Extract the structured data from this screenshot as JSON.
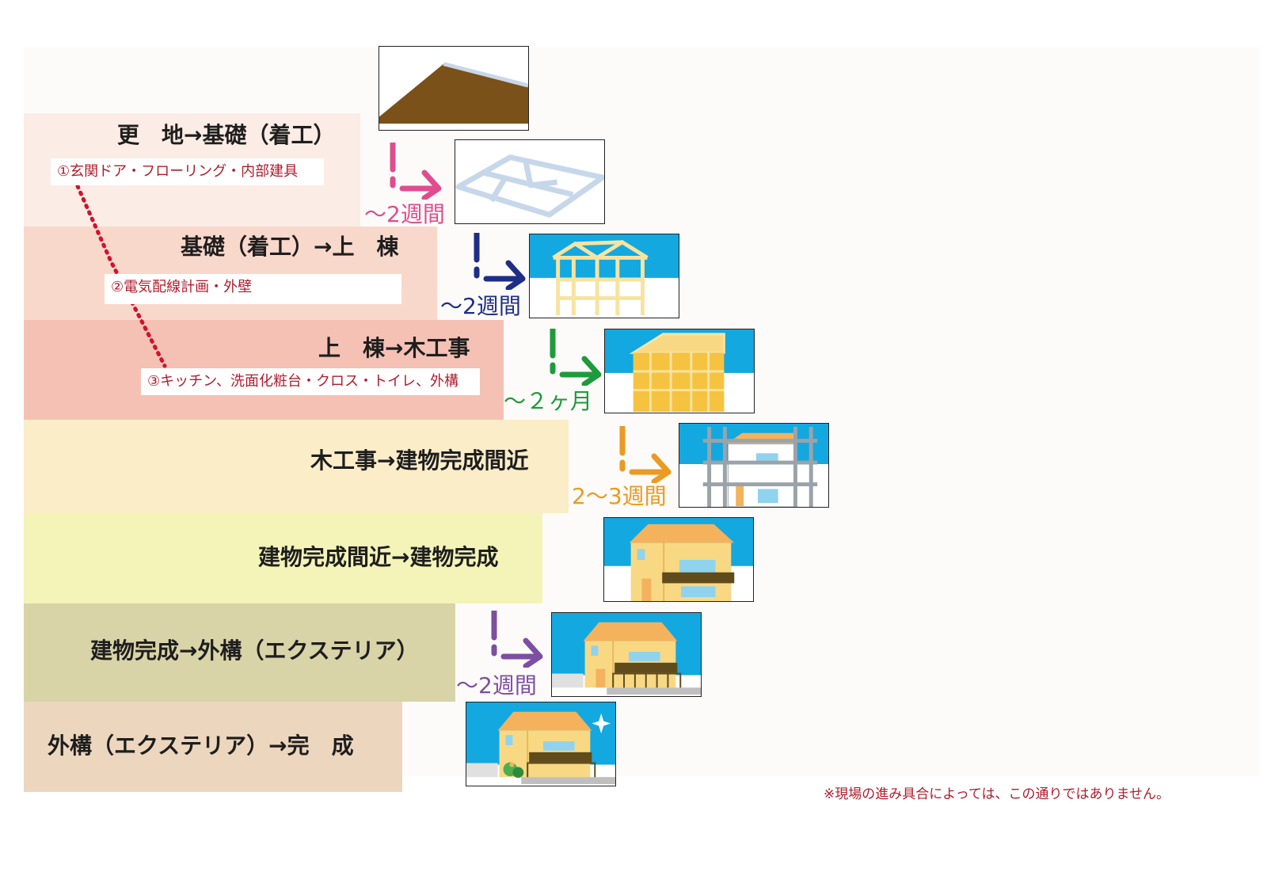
{
  "stages": [
    {
      "title": "更　地→基礎（着工）",
      "color": "#fcece6"
    },
    {
      "title": "基礎（着工）→上　棟",
      "color": "#f9d8cc"
    },
    {
      "title": "上　棟→木工事",
      "color": "#f4c1b4"
    },
    {
      "title": "木工事→建物完成間近",
      "color": "#fbedc8"
    },
    {
      "title": "建物完成間近→建物完成",
      "color": "#f4f3b8"
    },
    {
      "title": "建物完成→外構（エクステリア）",
      "color": "#d9d3a8"
    },
    {
      "title": "外構（エクステリア）→完　成",
      "color": "#ecd6bd"
    }
  ],
  "notes": [
    "①玄関ドア・フローリング・内部建具",
    "②電気配線計画・外壁",
    "③キッチン、洗面化粧台・クロス・トイレ、外構"
  ],
  "durations": [
    {
      "label": "～2週間",
      "color": "#e04d8e"
    },
    {
      "label": "～2週間",
      "color": "#1e2d86"
    },
    {
      "label": "～２ヶ月",
      "color": "#1f9a3c"
    },
    {
      "label": "2～3週間",
      "color": "#eb9a22"
    },
    {
      "label": "～2週間",
      "color": "#7e4ea3"
    }
  ],
  "scenes": [
    {
      "name": "vacant-land-scene"
    },
    {
      "name": "foundation-scene"
    },
    {
      "name": "framing-scene"
    },
    {
      "name": "carpentry-scene"
    },
    {
      "name": "scaffold-house-scene"
    },
    {
      "name": "completed-house-scene"
    },
    {
      "name": "exterior-works-scene"
    },
    {
      "name": "finished-house-scene"
    }
  ],
  "disclaimer": "※現場の進み具合によっては、この通りではありません。",
  "colors": {
    "sky": "#13a8e0",
    "wood": "#f7e3a1",
    "wall": "#f9d884",
    "roof": "#f4b25d",
    "soil": "#7a5118",
    "note_text": "#b01c2c",
    "dots": "#d0132b"
  }
}
